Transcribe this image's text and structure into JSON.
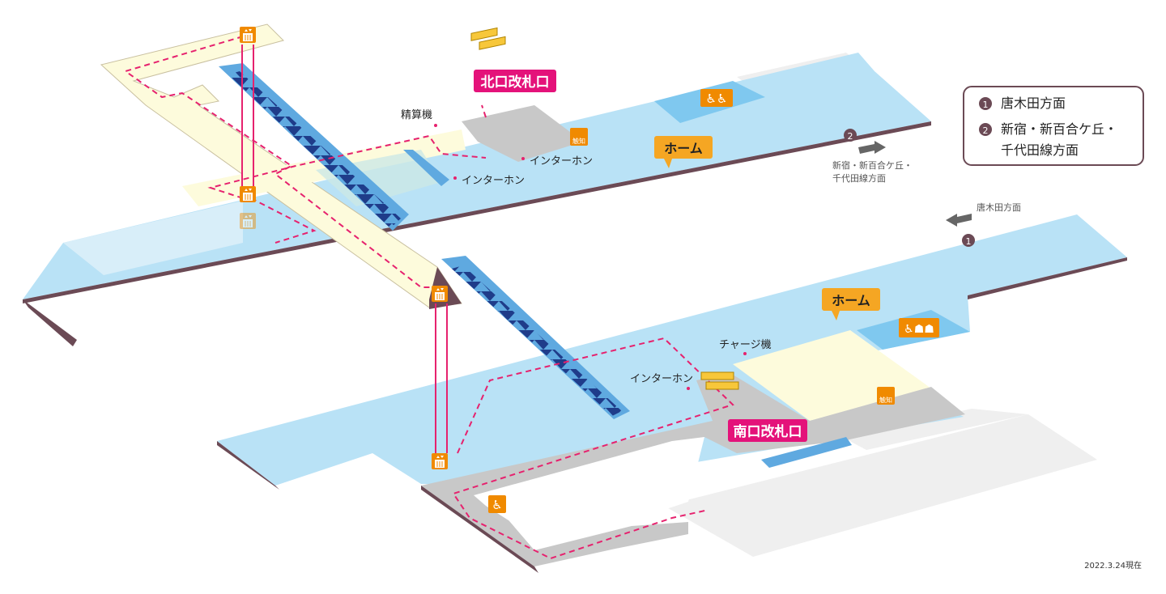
{
  "gates": {
    "north": "北口改札口",
    "south": "南口改札口"
  },
  "platforms": {
    "upper": "ホーム",
    "lower": "ホーム"
  },
  "labels": {
    "fare_adjust": "精算機",
    "intercom_a": "インターホン",
    "intercom_b": "インターホン",
    "intercom_c": "インターホン",
    "charge": "チャージ機"
  },
  "directions": {
    "dir1_num": "❶",
    "dir2_num": "❷",
    "dir1_line1": "唐木田方面",
    "dir2_line1": "新宿・新百合ケ丘・",
    "dir2_line2": "千代田線方面"
  },
  "legend": {
    "item1_num": "❶",
    "item1": "唐木田方面",
    "item2_num": "❷",
    "item2_line1": "新宿・新百合ケ丘・",
    "item2_line2": "千代田線方面"
  },
  "tactile_label": "触知",
  "date": "2022.3.24現在",
  "colors": {
    "platform": "#b9e2f6",
    "edge": "#6b4a55",
    "concourse": "#fdfbdc",
    "gate_area": "#c8c8c8",
    "outside": "#efefef",
    "route": "#e6226e",
    "gate_label_bg": "#e4127a",
    "platform_label_bg": "#f5a623",
    "escalator": "#1f3c8a",
    "icon_orange": "#f08a00",
    "legend_border": "#6b4a55"
  },
  "icons": [
    "elevator-icon",
    "wheelchair-toilet-icon",
    "multipurpose-toilet-icon",
    "tactile-map-icon",
    "ticket-gate-icon",
    "escalator-icon",
    "arrow-icon"
  ]
}
